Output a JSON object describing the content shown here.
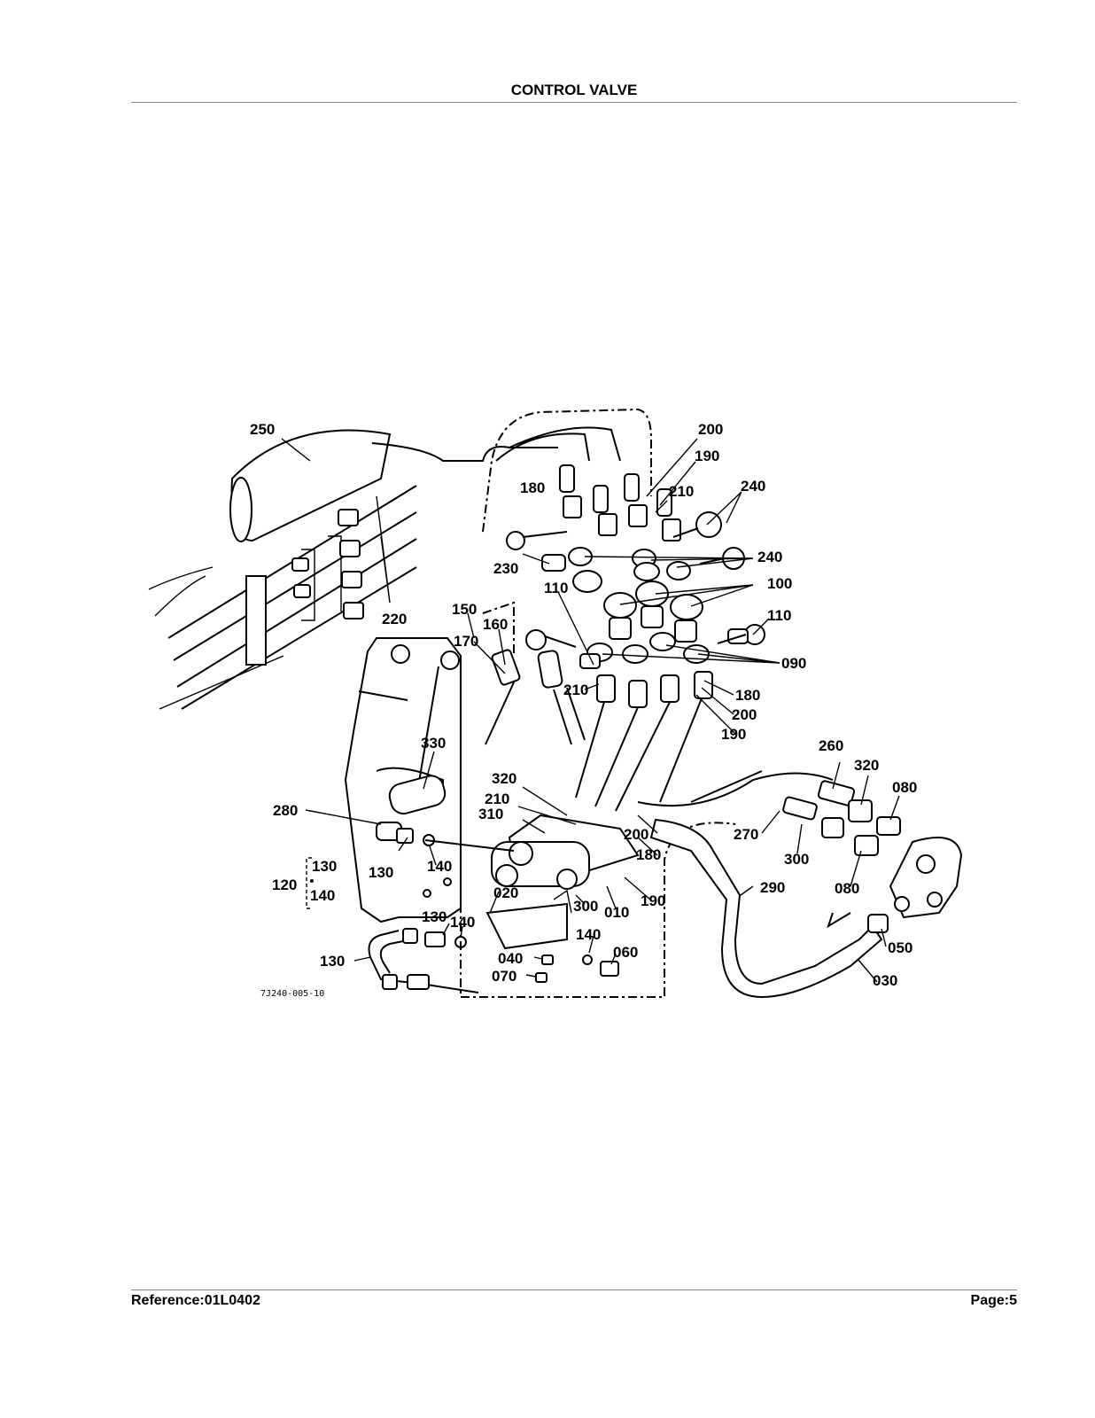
{
  "header": {
    "title": "CONTROL VALVE"
  },
  "footer": {
    "reference": "Reference:01L0402",
    "page": "Page:5"
  },
  "diagram": {
    "drawing_code": "7J240-005-10",
    "callouts": [
      "250",
      "200",
      "190",
      "180",
      "210",
      "240",
      "230",
      "240",
      "110",
      "100",
      "150",
      "160",
      "170",
      "220",
      "110",
      "090",
      "210",
      "180",
      "200",
      "190",
      "330",
      "260",
      "320",
      "080",
      "320",
      "210",
      "310",
      "200",
      "180",
      "270",
      "300",
      "280",
      "130",
      "140",
      "080",
      "120",
      "130",
      "140",
      "020",
      "300",
      "010",
      "190",
      "290",
      "140",
      "130",
      "040",
      "070",
      "060",
      "050",
      "030",
      "310",
      "330"
    ]
  }
}
